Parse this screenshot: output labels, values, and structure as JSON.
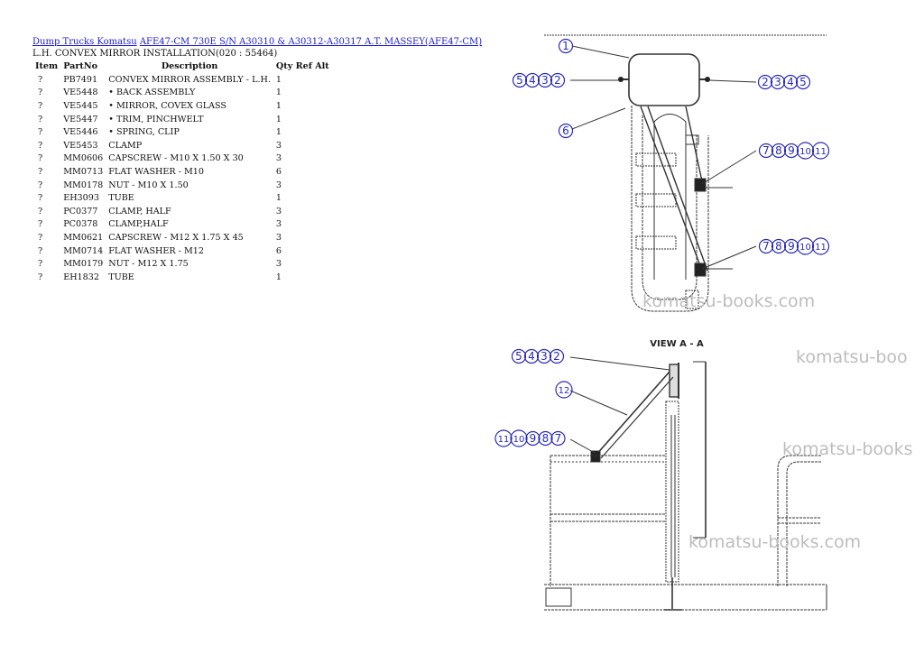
{
  "header": {
    "breadcrumb": [
      "Dump Trucks Komatsu",
      "AFE47-CM 730E S/N A30310 & A30312-A30317 A.T. MASSEY(AFE47-CM)"
    ],
    "subtitle": "L.H. CONVEX MIRROR INSTALLATION(020 : 55464)"
  },
  "table": {
    "columns": [
      "Item",
      "PartNo",
      "Description",
      "Qty",
      "Ref",
      "Alt"
    ],
    "rows": [
      [
        "?",
        "PB7491",
        "CONVEX MIRROR ASSEMBLY - L.H.",
        "1"
      ],
      [
        "?",
        "VE5448",
        "• BACK ASSEMBLY",
        "1"
      ],
      [
        "?",
        "VE5445",
        "• MIRROR, COVEX GLASS",
        "1"
      ],
      [
        "?",
        "VE5447",
        "• TRIM, PINCHWELT",
        "1"
      ],
      [
        "?",
        "VE5446",
        "• SPRING, CLIP",
        "1"
      ],
      [
        "?",
        "VE5453",
        "CLAMP",
        "3"
      ],
      [
        "?",
        "MM0606",
        "CAPSCREW - M10 X 1.50 X 30",
        "3"
      ],
      [
        "?",
        "MM0713",
        "FLAT WASHER - M10",
        "6"
      ],
      [
        "?",
        "MM0178",
        "NUT - M10 X 1.50",
        "3"
      ],
      [
        "?",
        "EH3093",
        "TUBE",
        "1"
      ],
      [
        "?",
        "PC0377",
        "CLAMP, HALF",
        "3"
      ],
      [
        "?",
        "PC0378",
        "CLAMP,HALF",
        "3"
      ],
      [
        "?",
        "MM0621",
        "CAPSCREW - M12 X 1.75 X 45",
        "3"
      ],
      [
        "?",
        "MM0714",
        "FLAT WASHER - M12",
        "6"
      ],
      [
        "?",
        "MM0179",
        "NUT - M12 X 1.75",
        "3"
      ],
      [
        "?",
        "EH1832",
        "TUBE",
        "1"
      ]
    ]
  },
  "diagram": {
    "view_label": "VIEW A - A",
    "callouts": {
      "c1": [
        "1"
      ],
      "c2345_left": [
        "5",
        "4",
        "3",
        "2"
      ],
      "c2345_right": [
        "2",
        "3",
        "4",
        "5"
      ],
      "c6": [
        "6"
      ],
      "c7_11_top": [
        "7",
        "8",
        "9",
        "10",
        "11"
      ],
      "c7_11_mid": [
        "7",
        "8",
        "9",
        "10",
        "11"
      ],
      "c5432_lower": [
        "5",
        "4",
        "3",
        "2"
      ],
      "c12": [
        "12"
      ],
      "c11_7_lower": [
        "11",
        "10",
        "9",
        "8",
        "7"
      ]
    },
    "callout_color": "#2a2ab8"
  },
  "watermarks": [
    "komatsu-books.com",
    "komatsu-boo",
    "komatsu-books",
    "komatsu-books.com"
  ]
}
